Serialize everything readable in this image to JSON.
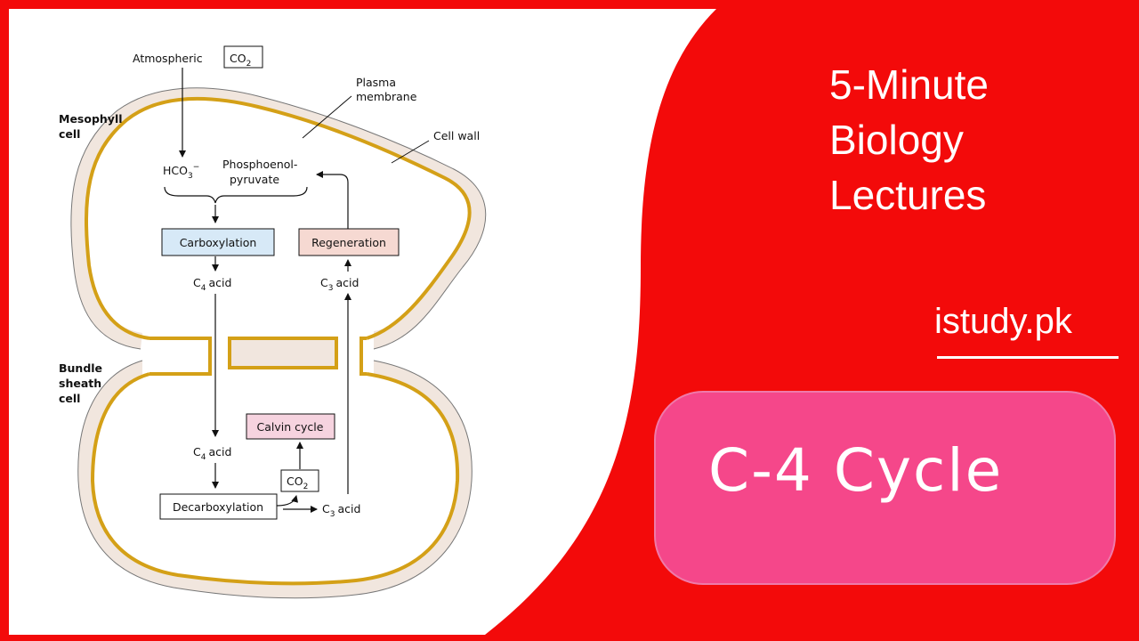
{
  "branding": {
    "title_lines": [
      "5-Minute",
      "Biology",
      "Lectures"
    ],
    "site": "istudy.pk",
    "topic": "C-4 Cycle"
  },
  "colors": {
    "background_red": "#f30a0a",
    "pill_pink": "#f5478a",
    "membrane_gold": "#d4a017",
    "cytoplasm_beige": "#f1e6de",
    "carboxylation_box": "#d7e9f7",
    "regeneration_box": "#f6d9d2",
    "calvin_box": "#f6d3df"
  },
  "diagram": {
    "atmospheric": "Atmospheric",
    "co2_main": "CO",
    "co2_sub": "2",
    "plasma_membrane_1": "Plasma",
    "plasma_membrane_2": "membrane",
    "cell_wall": "Cell wall",
    "mesophyll_1": "Mesophyll",
    "mesophyll_2": "cell",
    "hco3_main": "HCO",
    "hco3_sub": "3",
    "hco3_sup": "−",
    "pep_1": "Phosphoenol-",
    "pep_2": "pyruvate",
    "carboxylation": "Carboxylation",
    "regeneration": "Regeneration",
    "c_letter": "C",
    "c4_sub": "4",
    "c3_sub": "3",
    "acid": "acid",
    "bundle_1": "Bundle",
    "bundle_2": "sheath",
    "bundle_3": "cell",
    "calvin_cycle": "Calvin cycle",
    "decarboxylation": "Decarboxylation"
  }
}
